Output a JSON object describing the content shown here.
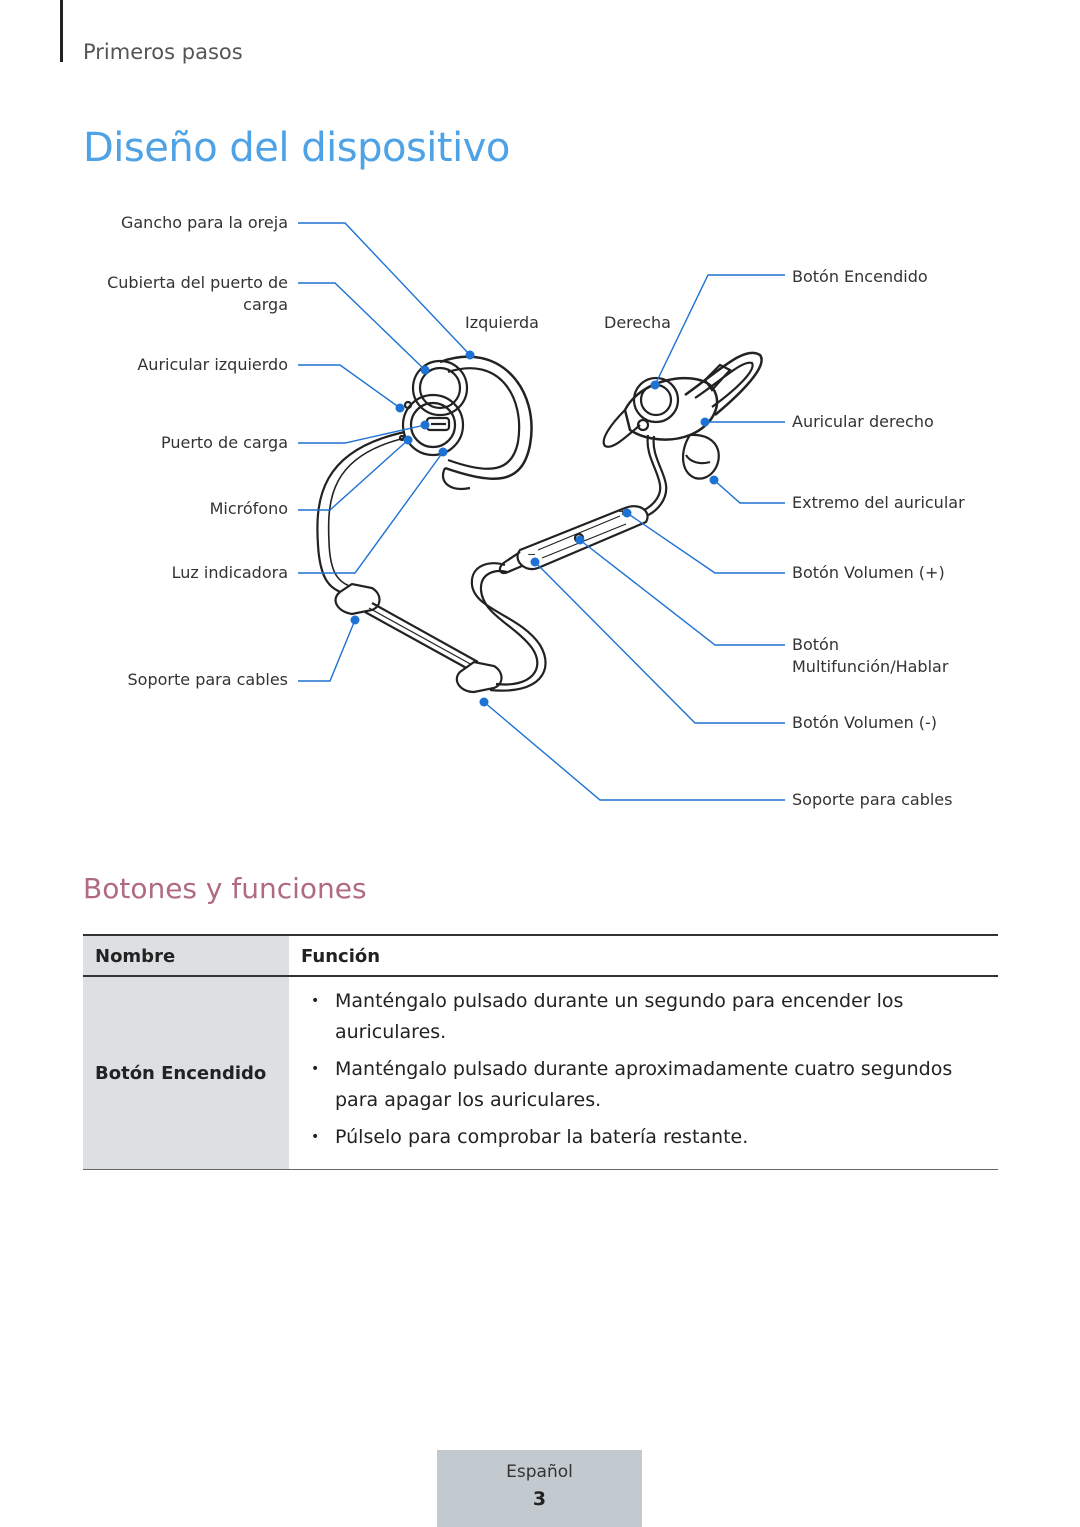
{
  "header": {
    "section": "Primeros pasos"
  },
  "title": "Diseño del dispositivo",
  "diagram": {
    "left_labels": {
      "ear_hook": "Gancho para la oreja",
      "charging_cover_line1": "Cubierta del puerto de",
      "charging_cover_line2": "carga",
      "left_earbud": "Auricular izquierdo",
      "charging_port": "Puerto de carga",
      "microphone": "Micrófono",
      "indicator_light": "Luz indicadora",
      "cable_holder": "Soporte para cables"
    },
    "center_labels": {
      "left": "Izquierda",
      "right": "Derecha"
    },
    "right_labels": {
      "power_button": "Botón Encendido",
      "right_earbud": "Auricular derecho",
      "ear_tip": "Extremo del auricular",
      "volume_up": "Botón Volumen (+)",
      "multifunction_line1": "Botón",
      "multifunction_line2": "Multifunción/Hablar",
      "volume_down": "Botón Volumen (-)",
      "cable_holder": "Soporte para cables"
    },
    "colors": {
      "callout": "#1d72d4",
      "drawing": "#222222"
    }
  },
  "subtitle": "Botones y funciones",
  "table": {
    "headers": {
      "name": "Nombre",
      "function": "Función"
    },
    "rows": [
      {
        "name": "Botón Encendido",
        "items": [
          "Manténgalo pulsado durante un segundo para encender los auriculares.",
          "Manténgalo pulsado durante aproximadamente cuatro segundos para apagar los auriculares.",
          "Púlselo para comprobar la batería restante."
        ]
      }
    ]
  },
  "footer": {
    "language": "Español",
    "page": "3"
  },
  "colors": {
    "title": "#4ea2e6",
    "subtitle": "#b06b82",
    "table_shade": "#dde0e3",
    "footer_bg": "#c3cacf"
  }
}
